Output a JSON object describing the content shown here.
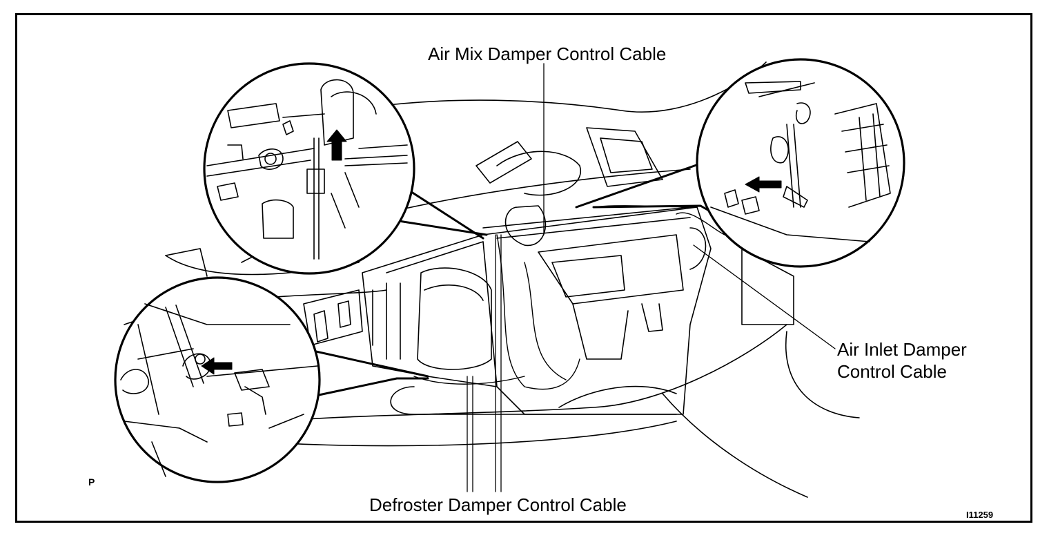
{
  "diagram": {
    "labels": {
      "air_mix": "Air Mix Damper Control Cable",
      "air_inlet_line1": "Air Inlet Damper",
      "air_inlet_line2": "Control Cable",
      "defroster": "Defroster Damper Control Cable"
    },
    "corner_mark": "P",
    "figure_code": "I11259"
  }
}
